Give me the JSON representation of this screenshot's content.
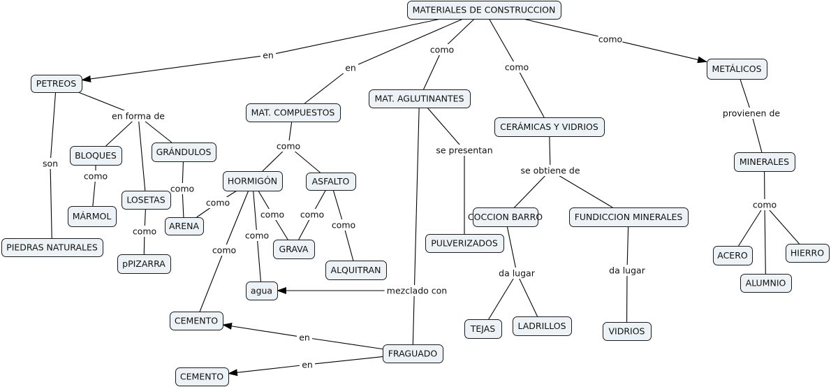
{
  "nodes": [
    {
      "id": "n_root",
      "text": "MATERIALES DE CONSTRUCCION"
    },
    {
      "id": "n_petreos",
      "text": "PETREOS"
    },
    {
      "id": "n_compuestos",
      "text": "MAT. COMPUESTOS"
    },
    {
      "id": "n_aglutinantes",
      "text": "MAT. AGLUTINANTES"
    },
    {
      "id": "n_ceramicas",
      "text": "CERÁMICAS Y VIDRIOS"
    },
    {
      "id": "n_metalicos",
      "text": "METÁLICOS"
    },
    {
      "id": "n_bloques",
      "text": "BLOQUES"
    },
    {
      "id": "n_grandulos",
      "text": "GRÁNDULOS"
    },
    {
      "id": "n_marmol",
      "text": "MÁRMOL"
    },
    {
      "id": "n_losetas",
      "text": "LOSETAS"
    },
    {
      "id": "n_arena",
      "text": "ARENA"
    },
    {
      "id": "n_piedras",
      "text": "PIEDRAS NATURALES"
    },
    {
      "id": "n_pizarra",
      "text": "pPIZARRA"
    },
    {
      "id": "n_hormigon",
      "text": "HORMIGÓN"
    },
    {
      "id": "n_asfalto",
      "text": "ASFALTO"
    },
    {
      "id": "n_grava",
      "text": "GRAVA"
    },
    {
      "id": "n_alquitran",
      "text": "ALQUITRAN"
    },
    {
      "id": "n_agua",
      "text": "agua"
    },
    {
      "id": "n_cemento1",
      "text": "CEMENTO"
    },
    {
      "id": "n_cemento2",
      "text": "CEMENTO"
    },
    {
      "id": "n_fraguado",
      "text": "FRAGUADO"
    },
    {
      "id": "n_pulverizados",
      "text": "PULVERIZADOS"
    },
    {
      "id": "n_coccion",
      "text": "COCCION BARRO"
    },
    {
      "id": "n_fundiccion",
      "text": "FUNDICCION MINERALES"
    },
    {
      "id": "n_tejas",
      "text": "TEJAS"
    },
    {
      "id": "n_ladrillos",
      "text": "LADRILLOS"
    },
    {
      "id": "n_vidrios",
      "text": "VIDRIOS"
    },
    {
      "id": "n_minerales",
      "text": "MINERALES"
    },
    {
      "id": "n_acero",
      "text": "ACERO"
    },
    {
      "id": "n_hierro",
      "text": "HIERRO"
    },
    {
      "id": "n_alumnio",
      "text": "ALUMNIO"
    }
  ],
  "labels": [
    {
      "id": "l_en1",
      "text": "en"
    },
    {
      "id": "l_en2",
      "text": "en"
    },
    {
      "id": "l_como_aglut",
      "text": "como"
    },
    {
      "id": "l_como_ceram",
      "text": "como"
    },
    {
      "id": "l_como_metal",
      "text": "como"
    },
    {
      "id": "l_son",
      "text": "son"
    },
    {
      "id": "l_enforma",
      "text": "en forma de"
    },
    {
      "id": "l_como_bloq",
      "text": "como"
    },
    {
      "id": "l_como_grand",
      "text": "como"
    },
    {
      "id": "l_como_los",
      "text": "como"
    },
    {
      "id": "l_como_comp",
      "text": "como"
    },
    {
      "id": "l_como_horm_arena",
      "text": "como"
    },
    {
      "id": "l_como_horm_grava",
      "text": "como"
    },
    {
      "id": "l_como_horm_agua",
      "text": "como"
    },
    {
      "id": "l_como_horm_cem",
      "text": "como"
    },
    {
      "id": "l_como_asf_grava",
      "text": "como"
    },
    {
      "id": "l_como_asf_alq",
      "text": "como"
    },
    {
      "id": "l_sepresentan",
      "text": "se presentan"
    },
    {
      "id": "l_mezclado",
      "text": "mezclado con"
    },
    {
      "id": "l_en_frag1",
      "text": "en"
    },
    {
      "id": "l_en_frag2",
      "text": "en"
    },
    {
      "id": "l_seobtiene",
      "text": "se obtiene de"
    },
    {
      "id": "l_dalugar1",
      "text": "da lugar"
    },
    {
      "id": "l_dalugar2",
      "text": "da lugar"
    },
    {
      "id": "l_provienen",
      "text": "provienen de"
    },
    {
      "id": "l_como_min",
      "text": "como"
    }
  ],
  "edges": [
    {
      "from": "n_root",
      "to": "l_en1"
    },
    {
      "from": "l_en1",
      "to": "n_petreos",
      "arrow": true
    },
    {
      "from": "n_root",
      "to": "l_en2"
    },
    {
      "from": "l_en2",
      "to": "n_compuestos"
    },
    {
      "from": "n_root",
      "to": "l_como_aglut"
    },
    {
      "from": "l_como_aglut",
      "to": "n_aglutinantes"
    },
    {
      "from": "n_root",
      "to": "l_como_ceram"
    },
    {
      "from": "l_como_ceram",
      "to": "n_ceramicas"
    },
    {
      "from": "n_root",
      "to": "l_como_metal"
    },
    {
      "from": "l_como_metal",
      "to": "n_metalicos",
      "arrow": true
    },
    {
      "from": "n_petreos",
      "to": "l_son"
    },
    {
      "from": "l_son",
      "to": "n_piedras"
    },
    {
      "from": "n_petreos",
      "to": "l_enforma"
    },
    {
      "from": "l_enforma",
      "to": "n_bloques"
    },
    {
      "from": "l_enforma",
      "to": "n_grandulos"
    },
    {
      "from": "l_enforma",
      "to": "n_losetas"
    },
    {
      "from": "n_bloques",
      "to": "l_como_bloq"
    },
    {
      "from": "l_como_bloq",
      "to": "n_marmol"
    },
    {
      "from": "n_grandulos",
      "to": "l_como_grand"
    },
    {
      "from": "l_como_grand",
      "to": "n_arena"
    },
    {
      "from": "n_losetas",
      "to": "l_como_los"
    },
    {
      "from": "l_como_los",
      "to": "n_pizarra"
    },
    {
      "from": "n_compuestos",
      "to": "l_como_comp"
    },
    {
      "from": "l_como_comp",
      "to": "n_hormigon"
    },
    {
      "from": "l_como_comp",
      "to": "n_asfalto"
    },
    {
      "from": "n_hormigon",
      "to": "l_como_horm_arena"
    },
    {
      "from": "l_como_horm_arena",
      "to": "n_arena"
    },
    {
      "from": "n_hormigon",
      "to": "l_como_horm_grava"
    },
    {
      "from": "l_como_horm_grava",
      "to": "n_grava"
    },
    {
      "from": "n_hormigon",
      "to": "l_como_horm_agua"
    },
    {
      "from": "l_como_horm_agua",
      "to": "n_agua"
    },
    {
      "from": "n_hormigon",
      "to": "l_como_horm_cem"
    },
    {
      "from": "l_como_horm_cem",
      "to": "n_cemento1"
    },
    {
      "from": "n_asfalto",
      "to": "l_como_asf_grava"
    },
    {
      "from": "l_como_asf_grava",
      "to": "n_grava"
    },
    {
      "from": "n_asfalto",
      "to": "l_como_asf_alq"
    },
    {
      "from": "l_como_asf_alq",
      "to": "n_alquitran"
    },
    {
      "from": "n_aglutinantes",
      "to": "l_sepresentan"
    },
    {
      "from": "l_sepresentan",
      "to": "n_pulverizados"
    },
    {
      "from": "n_aglutinantes",
      "to": "n_fraguado"
    },
    {
      "from": "n_fraguado",
      "to": "l_en_frag1"
    },
    {
      "from": "l_en_frag1",
      "to": "n_cemento1",
      "arrow": true
    },
    {
      "from": "n_fraguado",
      "to": "l_en_frag2"
    },
    {
      "from": "l_en_frag2",
      "to": "n_cemento2",
      "arrow": true
    },
    {
      "from": "l_mezclado",
      "to": "n_agua",
      "arrow": true
    },
    {
      "from": "n_ceramicas",
      "to": "l_seobtiene"
    },
    {
      "from": "l_seobtiene",
      "to": "n_coccion"
    },
    {
      "from": "l_seobtiene",
      "to": "n_fundiccion"
    },
    {
      "from": "n_coccion",
      "to": "l_dalugar1"
    },
    {
      "from": "l_dalugar1",
      "to": "n_tejas"
    },
    {
      "from": "l_dalugar1",
      "to": "n_ladrillos"
    },
    {
      "from": "n_fundiccion",
      "to": "l_dalugar2"
    },
    {
      "from": "l_dalugar2",
      "to": "n_vidrios"
    },
    {
      "from": "n_metalicos",
      "to": "l_provienen"
    },
    {
      "from": "l_provienen",
      "to": "n_minerales"
    },
    {
      "from": "n_minerales",
      "to": "l_como_min"
    },
    {
      "from": "l_como_min",
      "to": "n_acero"
    },
    {
      "from": "l_como_min",
      "to": "n_hierro"
    },
    {
      "from": "l_como_min",
      "to": "n_alumnio"
    }
  ]
}
